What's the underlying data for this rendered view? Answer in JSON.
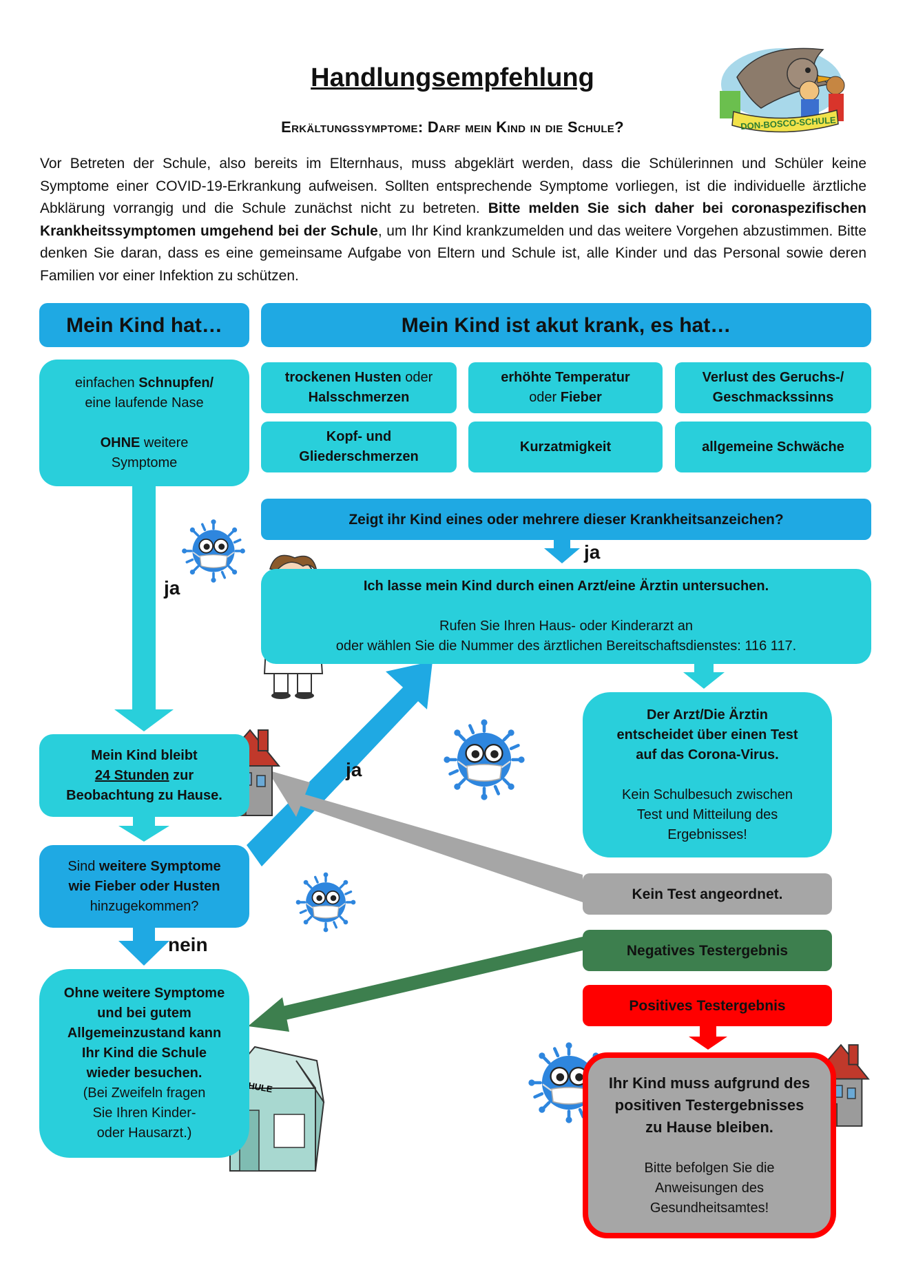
{
  "header": {
    "title": "Handlungsempfehlung",
    "subtitle": "Erkältungssymptome: Darf mein Kind in die Schule?",
    "logo_text": "DON-BOSCO-SCHULE"
  },
  "intro": {
    "part1": "Vor Betreten der Schule, also bereits im Elternhaus, muss abgeklärt werden, dass die Schülerinnen und Schüler keine Symptome einer COVID-19-Erkrankung aufweisen. Sollten entsprechende Symptome vorliegen, ist die individuelle ärztliche Abklärung vorrangig und die Schule zunächst nicht zu betreten. ",
    "bold": "Bitte melden Sie sich daher bei coronaspezifischen Krankheitssymptomen umgehend bei der Schule",
    "part2": ", um Ihr Kind krankzumelden und das weitere Vorgehen abzustimmen. Bitte denken Sie daran, dass es eine gemeinsame Aufgabe von Eltern und Schule ist, alle Kinder und das Personal sowie deren Familien vor einer Infektion zu schützen."
  },
  "left_header": "Mein Kind hat…",
  "right_header": "Mein Kind ist akut krank, es hat…",
  "mild": {
    "l1a": "einfachen ",
    "l1b": "Schnupfen/",
    "l2": "eine laufende Nase",
    "l3a": "OHNE",
    "l3b": " weitere",
    "l4": "Symptome"
  },
  "symptoms": {
    "s1a": "trockenen Husten",
    "s1b": " oder",
    "s1c": "Halsschmerzen",
    "s2a": "erhöhte Temperatur",
    "s2b": "oder ",
    "s2c": "Fieber",
    "s3a": "Verlust des Geruchs-/",
    "s3b": "Geschmackssinns",
    "s4a": "Kopf- und",
    "s4b": "Gliederschmerzen",
    "s5": "Kurzatmigkeit",
    "s6": "allgemeine Schwäche"
  },
  "question": "Zeigt ihr Kind eines oder mehrere dieser Krankheitsanzeichen?",
  "labels": {
    "ja": "ja",
    "nein": "nein"
  },
  "doctor": {
    "title": "Ich lasse mein Kind durch einen Arzt/eine Ärztin untersuchen.",
    "line1": "Rufen Sie Ihren Haus- oder Kinderarzt an",
    "line2": "oder wählen Sie die Nummer des ärztlichen Bereitschaftsdienstes: 116 117."
  },
  "observe": {
    "l1": "Mein Kind bleibt",
    "l2a": "24 Stunden",
    "l2b": " zur",
    "l3": "Beobachtung zu Hause."
  },
  "further": {
    "l1a": "Sind ",
    "l1b": "weitere Symptome",
    "l2": "wie Fieber oder Husten",
    "l3": "hinzugekommen?"
  },
  "back_to_school": {
    "b1": "Ohne weitere Symptome",
    "b2": "und bei gutem",
    "b3": "Allgemeinzustand kann",
    "b4": "Ihr Kind die Schule",
    "b5": "wieder besuchen.",
    "n1": "(Bei Zweifeln fragen",
    "n2": "Sie Ihren Kinder-",
    "n3": "oder Hausarzt.)"
  },
  "school_sign": "SCHULE",
  "test_decision": {
    "b1": "Der Arzt/Die Ärztin",
    "b2": "entscheidet über einen Test",
    "b3": "auf das Corona-Virus.",
    "n1": "Kein Schulbesuch zwischen",
    "n2": "Test und Mitteilung des",
    "n3": "Ergebnisses!"
  },
  "no_test": "Kein Test angeordnet.",
  "negative": "Negatives Testergebnis",
  "positive": "Positives Testergebnis",
  "stay_home": {
    "b1": "Ihr Kind muss aufgrund des",
    "b2": "positiven Testergebnisses",
    "b3": "zu Hause bleiben.",
    "n1": "Bitte befolgen Sie die",
    "n2": "Anweisungen des",
    "n3": "Gesundheitsamtes!"
  },
  "colors": {
    "teal": "#29cfdb",
    "blue": "#1fa9e3",
    "gray": "#a6a6a6",
    "green": "#3d7f4e",
    "red": "#ff0000",
    "virus": "#2e86de"
  },
  "icons": [
    "logo-icon",
    "virus-icon",
    "doctor-icon",
    "house-icon",
    "school-house-icon"
  ]
}
